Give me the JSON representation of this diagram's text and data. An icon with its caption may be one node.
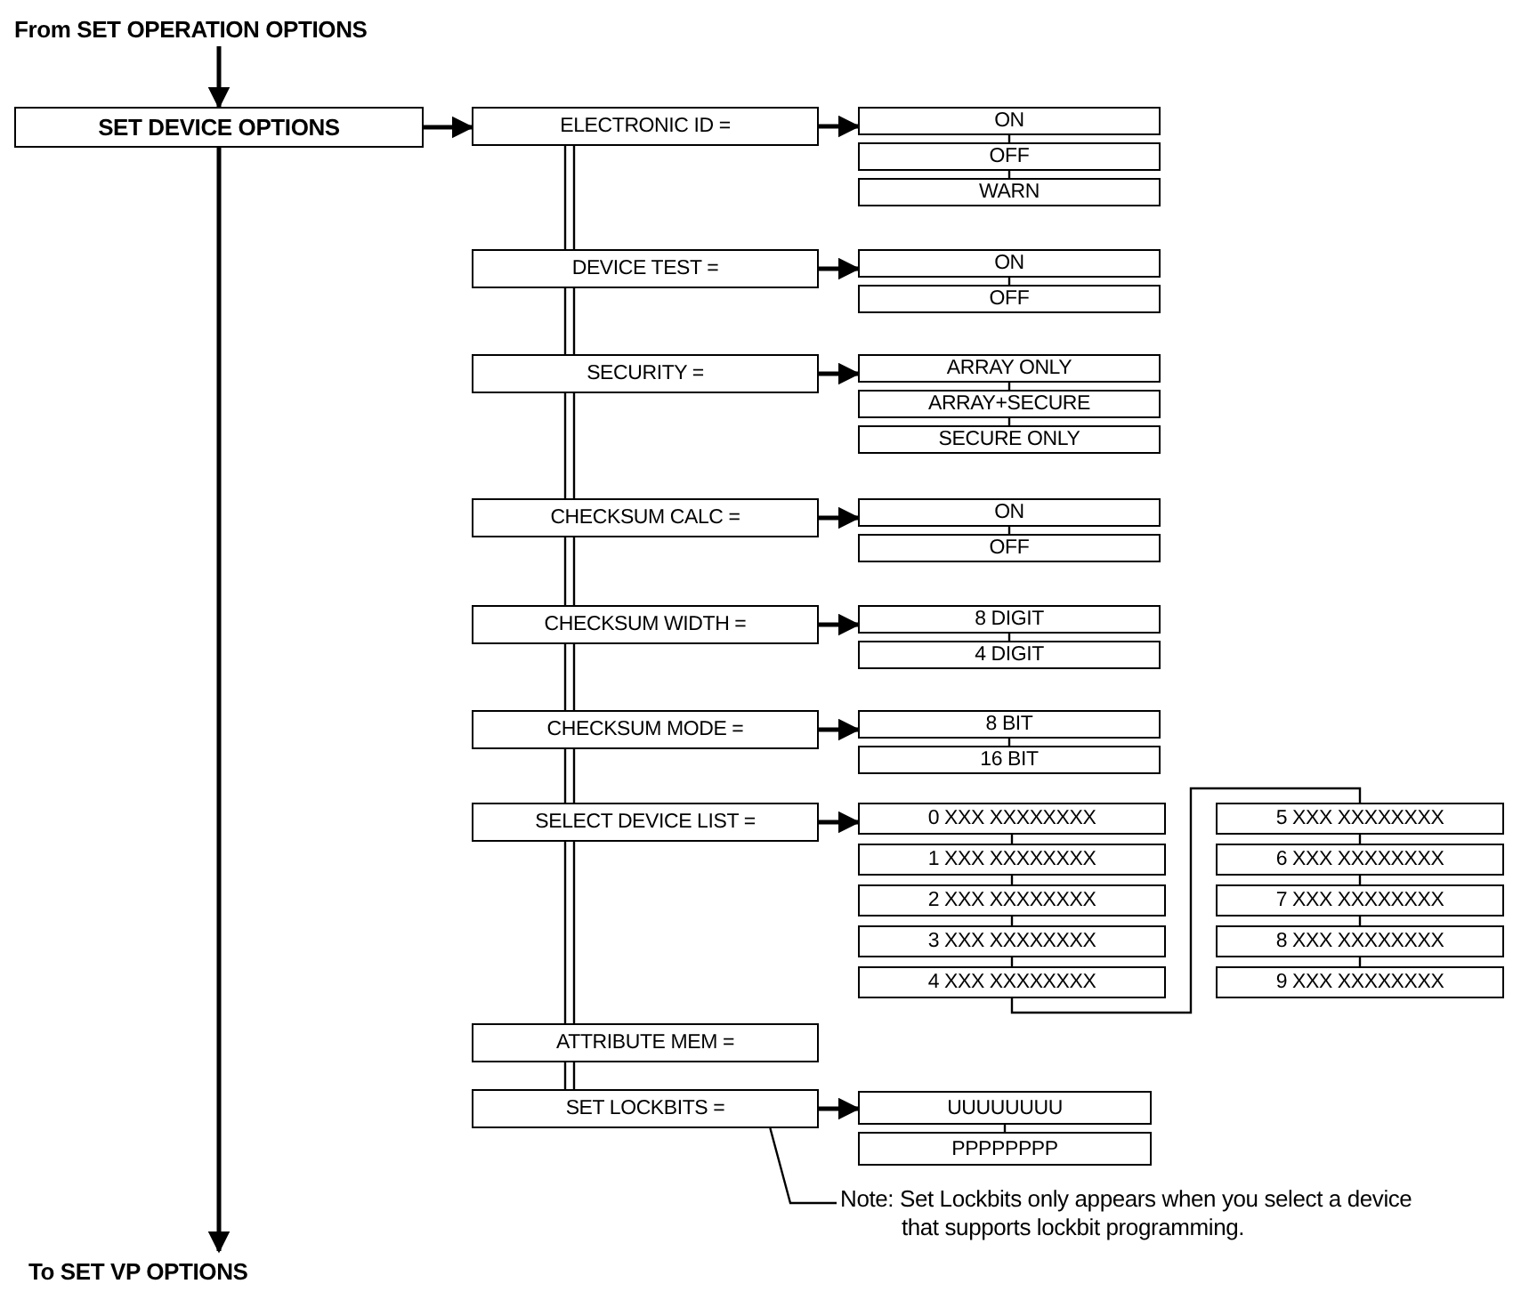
{
  "diagram": {
    "nodes": [
      {
        "text": [
          "From SET OPERATION OPTIONS"
        ]
      },
      {
        "text": [
          "SET DEVICE OPTIONS"
        ]
      },
      {
        "text": [
          "ELECTRONIC ID ="
        ]
      },
      {
        "text": [
          "ON"
        ]
      },
      {
        "text": [
          "OFF"
        ]
      },
      {
        "text": [
          "WARN"
        ]
      },
      {
        "text": [
          "DEVICE TEST ="
        ]
      },
      {
        "text": [
          "ON"
        ]
      },
      {
        "text": [
          "OFF"
        ]
      },
      {
        "text": [
          "SECURITY ="
        ]
      },
      {
        "text": [
          "ARRAY ONLY"
        ]
      },
      {
        "text": [
          "ARRAY+SECURE"
        ]
      },
      {
        "text": [
          "SECURE ONLY"
        ]
      },
      {
        "text": [
          "CHECKSUM CALC ="
        ]
      },
      {
        "text": [
          "ON"
        ]
      },
      {
        "text": [
          "OFF"
        ]
      },
      {
        "text": [
          "CHECKSUM WIDTH ="
        ]
      },
      {
        "text": [
          "8 DIGIT"
        ]
      },
      {
        "text": [
          "4 DIGIT"
        ]
      },
      {
        "text": [
          "CHECKSUM MODE ="
        ]
      },
      {
        "text": [
          "8 BIT"
        ]
      },
      {
        "text": [
          "16 BIT"
        ]
      },
      {
        "text": [
          "SELECT DEVICE LIST ="
        ]
      },
      {
        "text": [
          "0 XXX XXXXXXXX"
        ]
      },
      {
        "text": [
          "1 XXX XXXXXXXX"
        ]
      },
      {
        "text": [
          "2 XXX XXXXXXXX"
        ]
      },
      {
        "text": [
          "3 XXX XXXXXXXX"
        ]
      },
      {
        "text": [
          "4 XXX XXXXXXXX"
        ]
      },
      {
        "text": [
          "5 XXX XXXXXXXX"
        ]
      },
      {
        "text": [
          "6 XXX XXXXXXXX"
        ]
      },
      {
        "text": [
          "7 XXX XXXXXXXX"
        ]
      },
      {
        "text": [
          "8 XXX XXXXXXXX"
        ]
      },
      {
        "text": [
          "9 XXX XXXXXXXX"
        ]
      },
      {
        "text": [
          "ATTRIBUTE MEM ="
        ]
      },
      {
        "text": [
          "SET LOCKBITS ="
        ]
      },
      {
        "text": [
          "UUUUUUUU"
        ]
      },
      {
        "text": [
          "PPPPPPPP"
        ]
      },
      {
        "text": [
          "Note: Set Lockbits only appears when you select a device that supports lockbit programming."
        ]
      },
      {
        "text": [
          "To SET VP OPTIONS"
        ]
      }
    ],
    "edges": [
      {
        "from": 0,
        "to": 1,
        "arrow": "to"
      },
      {
        "from": 1,
        "to": 2,
        "arrow": "to"
      },
      {
        "from": 1,
        "to": 38,
        "arrow": "to"
      },
      {
        "from": 2,
        "to": 3,
        "arrow": "to"
      },
      {
        "from": 3,
        "to": 4,
        "arrow": "none"
      },
      {
        "from": 4,
        "to": 5,
        "arrow": "none"
      },
      {
        "from": 2,
        "to": 6,
        "arrow": "none"
      },
      {
        "from": 6,
        "to": 7,
        "arrow": "to"
      },
      {
        "from": 7,
        "to": 8,
        "arrow": "none"
      },
      {
        "from": 6,
        "to": 9,
        "arrow": "none"
      },
      {
        "from": 9,
        "to": 10,
        "arrow": "to"
      },
      {
        "from": 10,
        "to": 11,
        "arrow": "none"
      },
      {
        "from": 11,
        "to": 12,
        "arrow": "none"
      },
      {
        "from": 9,
        "to": 13,
        "arrow": "none"
      },
      {
        "from": 13,
        "to": 14,
        "arrow": "to"
      },
      {
        "from": 14,
        "to": 15,
        "arrow": "none"
      },
      {
        "from": 13,
        "to": 16,
        "arrow": "none"
      },
      {
        "from": 16,
        "to": 17,
        "arrow": "to"
      },
      {
        "from": 17,
        "to": 18,
        "arrow": "none"
      },
      {
        "from": 16,
        "to": 19,
        "arrow": "none"
      },
      {
        "from": 19,
        "to": 20,
        "arrow": "to"
      },
      {
        "from": 20,
        "to": 21,
        "arrow": "none"
      },
      {
        "from": 19,
        "to": 22,
        "arrow": "none"
      },
      {
        "from": 22,
        "to": 23,
        "arrow": "to"
      },
      {
        "from": 23,
        "to": 24,
        "arrow": "none"
      },
      {
        "from": 24,
        "to": 25,
        "arrow": "none"
      },
      {
        "from": 25,
        "to": 26,
        "arrow": "none"
      },
      {
        "from": 26,
        "to": 27,
        "arrow": "none"
      },
      {
        "from": 27,
        "to": 28,
        "arrow": "none"
      },
      {
        "from": 28,
        "to": 29,
        "arrow": "none"
      },
      {
        "from": 29,
        "to": 30,
        "arrow": "none"
      },
      {
        "from": 30,
        "to": 31,
        "arrow": "none"
      },
      {
        "from": 31,
        "to": 32,
        "arrow": "none"
      },
      {
        "from": 22,
        "to": 33,
        "arrow": "none"
      },
      {
        "from": 33,
        "to": 34,
        "arrow": "none"
      },
      {
        "from": 34,
        "to": 35,
        "arrow": "to"
      },
      {
        "from": 35,
        "to": 36,
        "arrow": "none"
      },
      {
        "from": 37,
        "to": 34,
        "arrow": "none"
      }
    ]
  }
}
